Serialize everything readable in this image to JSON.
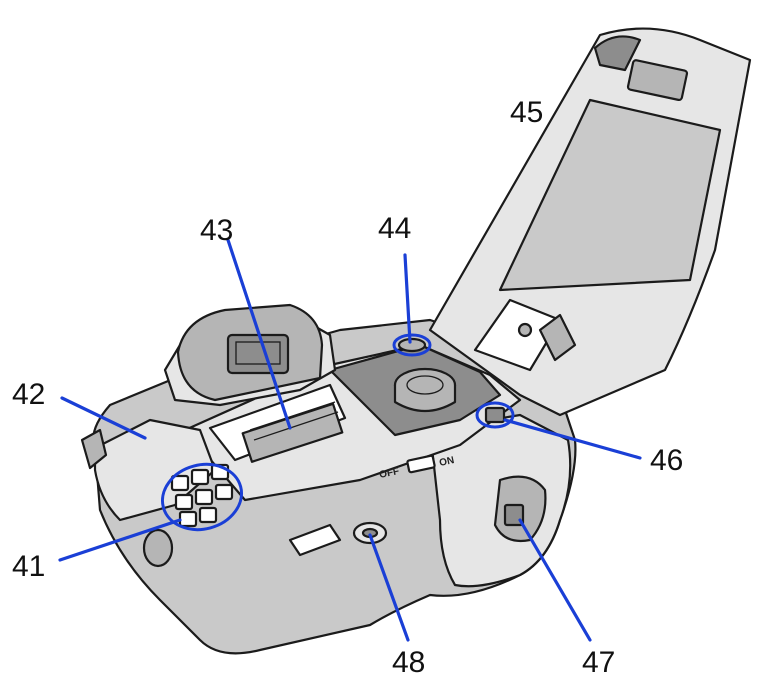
{
  "diagram": {
    "callouts": [
      {
        "id": "41",
        "label": "41"
      },
      {
        "id": "42",
        "label": "42"
      },
      {
        "id": "43",
        "label": "43"
      },
      {
        "id": "44",
        "label": "44"
      },
      {
        "id": "45",
        "label": "45"
      },
      {
        "id": "46",
        "label": "46"
      },
      {
        "id": "47",
        "label": "47"
      },
      {
        "id": "48",
        "label": "48"
      }
    ],
    "switch_text": {
      "off": "OFF",
      "on": "ON"
    },
    "colors": {
      "leader_lines": "#1a3fd6",
      "line_art": "#1b1b1b",
      "screen_tone": "#c9c9c9",
      "background": "#ffffff"
    }
  }
}
